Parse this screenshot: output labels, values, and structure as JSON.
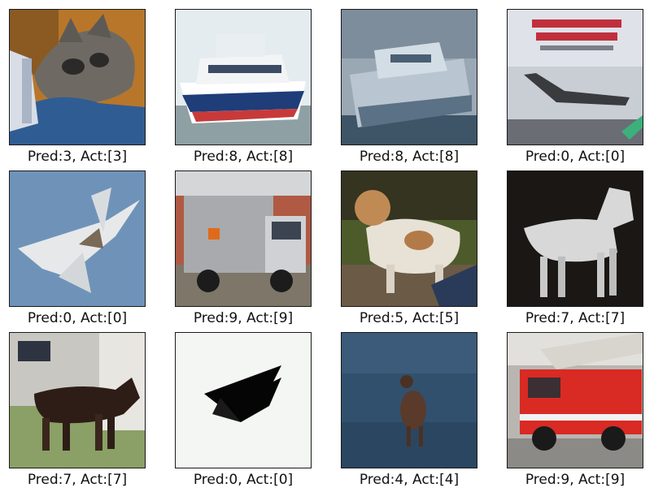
{
  "grid": {
    "cells": [
      {
        "caption": "Pred:3, Act:[3]",
        "subject": "cat"
      },
      {
        "caption": "Pred:8, Act:[8]",
        "subject": "ship"
      },
      {
        "caption": "Pred:8, Act:[8]",
        "subject": "ship"
      },
      {
        "caption": "Pred:0, Act:[0]",
        "subject": "airplane"
      },
      {
        "caption": "Pred:0, Act:[0]",
        "subject": "airplane"
      },
      {
        "caption": "Pred:9, Act:[9]",
        "subject": "truck"
      },
      {
        "caption": "Pred:5, Act:[5]",
        "subject": "dog"
      },
      {
        "caption": "Pred:7, Act:[7]",
        "subject": "horse"
      },
      {
        "caption": "Pred:7, Act:[7]",
        "subject": "horse"
      },
      {
        "caption": "Pred:0, Act:[0]",
        "subject": "airplane"
      },
      {
        "caption": "Pred:4, Act:[4]",
        "subject": "deer"
      },
      {
        "caption": "Pred:9, Act:[9]",
        "subject": "truck"
      }
    ]
  }
}
